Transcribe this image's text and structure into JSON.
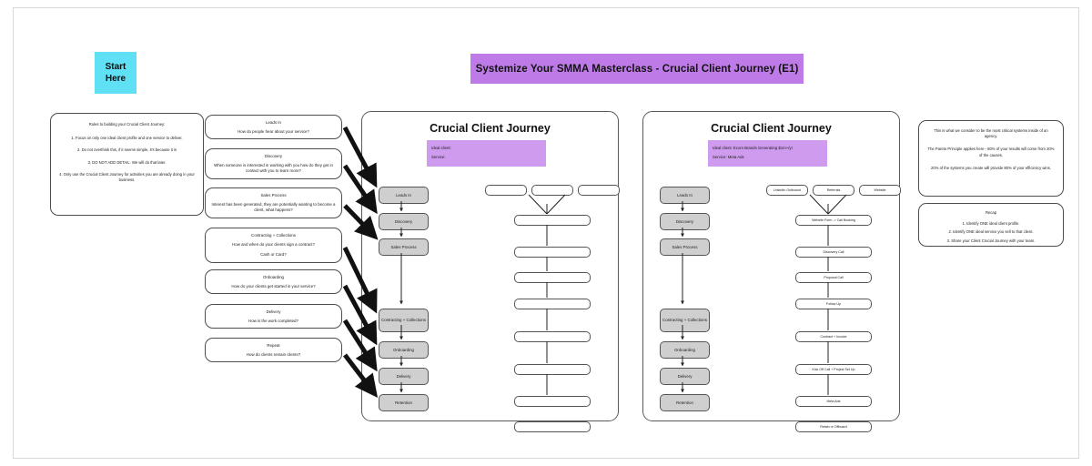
{
  "board": {
    "start_badge": {
      "line1": "Start",
      "line2": "Here"
    },
    "title": "Systemize Your SMMA Masterclass - Crucial Client Journey (E1)",
    "accent_purple": "#BE7BE8",
    "accent_cyan": "#5FE0F5",
    "stage_fill": "#CFCFCF"
  },
  "rules": {
    "heading": "Rules to building your Crucial Client Journey:",
    "items": [
      "1. Focus on only one ideal client profile and one service to deliver.",
      "2. Do not overthink this, if it seems simple, it's because it is",
      "3. DO NOT ADD DETAIL. We will do that later.",
      "4. Only use the Crucial Client Journey for activities you are already doing in your business."
    ]
  },
  "questions": [
    {
      "title": "Leads In",
      "body": "How do people hear about your service?",
      "body2": ""
    },
    {
      "title": "Discovery",
      "body": "When someone is interested in working with you how do they get in contact with you to learn more?",
      "body2": ""
    },
    {
      "title": "Sales Process",
      "body": "Interest has been generated, they are potentially wanting to become a client, what happens?",
      "body2": ""
    },
    {
      "title": "Contracting + Collections",
      "body": "How and when do your clients sign a contract?",
      "body2": "Cash or Card?"
    },
    {
      "title": "Onboarding",
      "body": "How do your clients get started in your service?",
      "body2": ""
    },
    {
      "title": "Delivery",
      "body": "How is the work completed?",
      "body2": ""
    },
    {
      "title": "Repeat",
      "body": "How do clients remain clients?",
      "body2": ""
    }
  ],
  "panel_blank": {
    "title": "Crucial Client Journey",
    "ideal_client_label": "Ideal client:",
    "service_label": "Service:",
    "stages": [
      "Leads In",
      "Discovery",
      "Sales Process",
      "Contracting + Collections",
      "Onboarding",
      "Delivery",
      "Retention"
    ],
    "sources": [
      "",
      "",
      ""
    ],
    "steps": [
      "",
      "",
      "",
      "",
      "",
      "",
      "",
      ""
    ]
  },
  "panel_filled": {
    "title": "Crucial Client Journey",
    "ideal_client_label": "Ideal client: Ecom Brands Generating $1m+/yr",
    "service_label": "Service: Meta Ads",
    "stages": [
      "Leads In",
      "Discovery",
      "Sales Process",
      "Contracting + Collections",
      "Onboarding",
      "Delivery",
      "Retention"
    ],
    "sources": [
      "LinkedIn Outbound",
      "Referrals",
      "Website"
    ],
    "steps": [
      "Website Form -> Call Booking",
      "Discovery Call",
      "Proposal Call",
      "Follow Up",
      "Contract + Invoice",
      "Kick Off Call + Project Set Up",
      "Meta Ads",
      "Retain or Offboard"
    ]
  },
  "info": {
    "lines": [
      "This is what we consider to be the most critical systems inside of an agency.",
      "The Pareto Principle applies here - 80% of your results will come from 20% of the causes.",
      "20% of the systems you create will provide 80% of your efficiency wins."
    ]
  },
  "recap": {
    "heading": "Recap",
    "items": [
      "1. Identify ONE ideal client profile.",
      "2. Identify ONE ideal service you sell to that client.",
      "3. Share your Client Crucial Journey with your team."
    ]
  }
}
